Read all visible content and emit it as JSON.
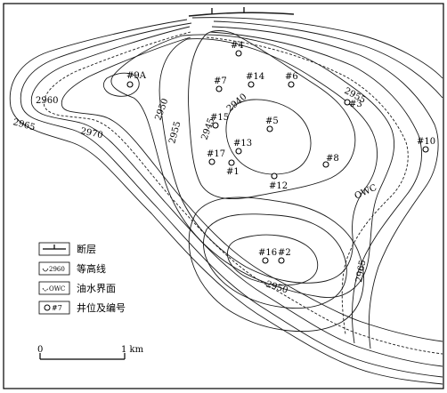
{
  "contour_labels": [
    "2960",
    "2965",
    "2970",
    "2950",
    "2955",
    "2945",
    "2940",
    "2955",
    "2950",
    "2965"
  ],
  "owc_label": "OWC",
  "wells": [
    {
      "id": "w4",
      "label": "#4"
    },
    {
      "id": "w9a",
      "label": "#9A"
    },
    {
      "id": "w7",
      "label": "#7"
    },
    {
      "id": "w14",
      "label": "#14"
    },
    {
      "id": "w6",
      "label": "#6"
    },
    {
      "id": "w3",
      "label": "#3"
    },
    {
      "id": "w15",
      "label": "#15"
    },
    {
      "id": "w5",
      "label": "#5"
    },
    {
      "id": "w13",
      "label": "#13"
    },
    {
      "id": "w17",
      "label": "#17"
    },
    {
      "id": "w1",
      "label": "#1"
    },
    {
      "id": "w12",
      "label": "#12"
    },
    {
      "id": "w8",
      "label": "#8"
    },
    {
      "id": "w10",
      "label": "#10"
    },
    {
      "id": "w16",
      "label": "#16"
    },
    {
      "id": "w2",
      "label": "#2"
    }
  ],
  "legend": {
    "fault": "断层",
    "contour": "等高线",
    "contour_sample": "2960",
    "owc": "油水界面",
    "owc_sample": "OWC",
    "well": "井位及编号",
    "well_sample": "#7"
  },
  "scale": {
    "start": "0",
    "end": "1 km"
  }
}
